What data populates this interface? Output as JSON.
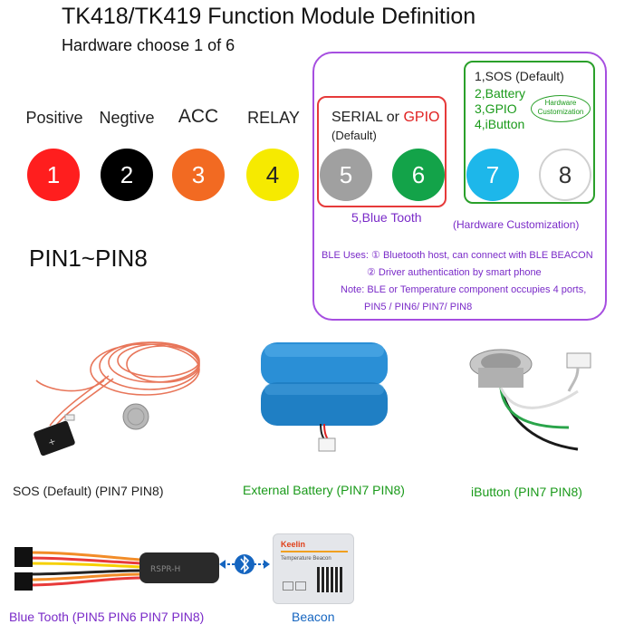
{
  "header": {
    "title": "TK418/TK419 Function Module Definition",
    "subtitle": "Hardware choose 1 of 6"
  },
  "pins": [
    {
      "number": "1",
      "label": "Positive",
      "color": "#ff1e1e",
      "text_color": "#ffffff"
    },
    {
      "number": "2",
      "label": "Negtive",
      "color": "#000000",
      "text_color": "#ffffff"
    },
    {
      "number": "3",
      "label": "ACC",
      "color": "#f26a22",
      "text_color": "#ffffff"
    },
    {
      "number": "4",
      "label": "RELAY",
      "color": "#f6ea00",
      "text_color": "#222222"
    },
    {
      "number": "5",
      "label": "",
      "color": "#a0a0a0",
      "text_color": "#ffffff"
    },
    {
      "number": "6",
      "label": "",
      "color": "#13a349",
      "text_color": "#ffffff"
    },
    {
      "number": "7",
      "label": "",
      "color": "#1db7ea",
      "text_color": "#ffffff"
    },
    {
      "number": "8",
      "label": "",
      "color": "#ffffff",
      "text_color": "#333333"
    }
  ],
  "serial_group": {
    "serial": "SERIAL",
    "or": "or",
    "gpio": "GPIO",
    "default": "(Default)"
  },
  "hw_group": {
    "opt1": "1,SOS   (Default)",
    "opt2": "2,Battery",
    "opt3": "3,GPIO",
    "opt4": "4,iButton",
    "note_line1": "Hardware",
    "note_line2": "Customization"
  },
  "bluetooth_label": "5,Blue Tooth",
  "hw_customization_label": "(Hardware Customization)",
  "ble_notes": {
    "line1": "BLE Uses: ① Bluetooth host, can connect with BLE BEACON",
    "line2": "② Driver authentication by smart phone",
    "line3": "Note: BLE or Temperature  component occupies 4 ports,",
    "line4": "PIN5 / PIN6/ PIN7/ PIN8"
  },
  "pins_heading": "PIN1~PIN8",
  "products": {
    "sos": "SOS   (Default)       (PIN7 PIN8)",
    "battery": "External Battery   (PIN7 PIN8)",
    "ibutton": "iButton   (PIN7 PIN8)",
    "bluetooth": "Blue Tooth   (PIN5 PIN6 PIN7 PIN8)",
    "beacon": "Beacon",
    "beacon_brand": "Keelin",
    "beacon_model": "Temperature Beacon"
  },
  "colors": {
    "purple_border": "#a64ee0",
    "red_border": "#e63a3a",
    "green_border": "#2aa02a",
    "green_text": "#1a9a1a",
    "purple_text": "#7a2bc8"
  }
}
